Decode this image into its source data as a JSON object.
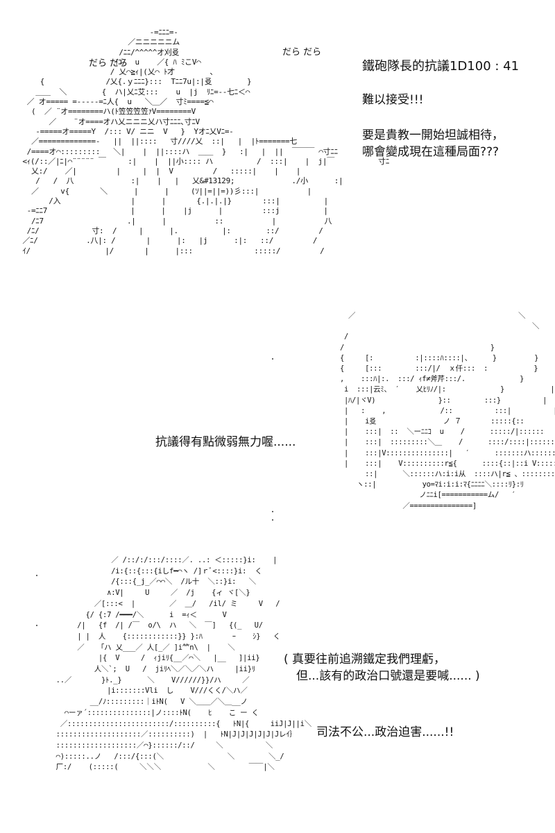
{
  "sfx": {
    "left": "だら だら",
    "right": "だら だら"
  },
  "dialogue": {
    "line_1": "鐵砲隊長的抗議1D100 : 41",
    "line_2": "難以接受!!!",
    "line_3": "要是貴教一開始坦誠相待，",
    "line_4": "哪會變成現在這種局面???",
    "line_5": "抗議得有點微弱無力喔......",
    "line_6": "( 真要往前追溯鐵定我們理虧，",
    "line_7": "但...該有的政治口號還是要喊...... )",
    "line_8": "司法不公...政治迫害......!!"
  },
  "art": {
    "figure_1": "                              -=ﾆﾆﾆ=-\n                         ／ニニニニニム\n                       /ﾆﾆ/^^^^^オ刈㕛\n                      ｲﾆ/  u    ／{ ﾊ ﾐこV⌒\n                     / 乂⌒≧ｨ|(乂⌒ ﾄ才        、\n     {              /乂{.ｙﾆﾆﾆ}:::  Tﾆﾆ7u|:|㕛        }\n    ＿＿  ＼        {  ハ|乂ﾆ艾:::    u  |j  ﾘﾆ=--七ﾆ＜⌒\n  ／ オ===== =-----=ﾆ人{  u   ＼＿／  寸ﾐ====≦⌒\n   (  ／ ¨オ========ハ(ﾄ笠笠笠笠ｧV========V\n       ／    ¨オ====オハ乂ニニニ乂ハ寸ﾆﾆﾆ､寸ﾆV\n    -=====オ=====Y  /::: V/ ニニ  V   }  Yオﾆ乂Vﾆ=-\n   ／=============-   ||  ||::::   寸////乂  ::|   |  |ﾄ=======七\n  /====オ⌒:::::::::   ＼|    |  ||::::ハ  ＿＿  }   :|   |  ||  ￣￣￣ ⌒寸ﾆﾆ\n <ｨ(/::／|ﾆ|⌒¨¨¨¨¨ ￣     :|    |  ||小:::: ハ          /  :::|    |  j|￣          寸ﾆ\n   乂:/    ／|         |     |  |  V         /   :::::|    |    |\n    /   /  八             :|    |   |   乂&#13129;             ./小      :|\n   ／     v{       ＼      |      |     (ｿ||=||=))彡:::|           |\n       /入                |      |       {.|.|.|}       :::|          |\n  -=ﾆﾆ7                   |      |    |j      |         :::j          |\n   /ﾆ7                   .|      |           ::           |           八\n  /ﾆ/            寸:  /     |      |.          |:        ::/         /\n ／ﾆ/           .八|: /       |      |:   |j      :|:   ::/         /\n ｲ/                 |/       |      |:::              :::::/         /",
    "figure_2": "  ／                                       ＼\n                                              ＼\n /\n/                                   }\n{     [:          :|::::ﾊ::::|、     }         }           |\n{     [:::        :::/|/  ｘ仟:::  :           }           |\n,    :::ﾊ|:.  :::/ ｨf≠斧芹:::/.             }           |\n i  :::|云ﾐ、 ′    乂ﾋﾘﾉ/|:             }           |\n |ﾊ/|ヾV)               }::        :::}          |\n |   :    ,             /::          :::|          |\n |    i㕛                ノ ７       :::::{::         !\n |    :::|  ::  ＼ーﾆﾆｺ  u    /      :::::/|::::::        ;\n |    :::|  :::::::::＼＿    /      ::::/::::|:::::::         ;\n |    :::|V:::::::::::::::|   ′      :::::::ハ:::::::::::::     从\n |    :::|    V::::::::::r≦{      ::::{::|::i V::::::::::::::}.::}＼\n      ::|      ＼::::::ハ:i:i从  ::::ハ|r≦ 、::::::::}.}:;}\n    ヽ::|           yo=ﾏi:i:i:ﾏ{ﾆﾆﾆﾆ＼::::ﾘ}:ﾘ\n                   ノﾆﾆi[===========ム/   ′\n               ／===============]",
    "figure_3": "                  ／ /::/:/:::/::::／. ..: ＜:::::}i:    |\n                  /i:{::{:::{iしf━⌒ヽ /]ｒﾞ<::::}i:  く\n                  /{:::{_j_／⌒⌒＼  /ル十  ＼::}i:   ＼\n                 ∧:V|     U     ／  /j    {ィ ヾ[＼}\n              ／[:::<  |        ／  ＿/   /il/ ミ     V   /\n            {/ {:7 /━━━/＼      i  =ｨ＜      V\n          /|   {f  /| /￣  o/\\  ハ   ＼  ￣]   {(_   U/\n          | |  人    {::::::::::::}} }:ﾊ       ｰ    ｼ}   く\n          ／   「ハ 乂___／ 人[_／ ]i⺮n\\  |    ＼\n               |{  V     /  ｨjiﾘ{__／⌒＼   |__   ]|ii}\n              人＼`;  U   /  jiﾘﾍ＼／＼／＼ハ     |ii}ﾘ\n     ..／       }ﾄ._}      ＼    V//////}}/ハ     ／\n                 |i:::::::Vli  し    V///くく/＼ハ／\n             __/ﾉ:::::::::｜iﾄN(   V ＼＿＿／＼＿__ノ\n       ⌒ーァ´:::::::::::::::|ノ::::ﾄN(    ﾋ    こ ー く\n      ／::::::::::::::::::::::::/::::::::::{   ﾄN|{     iiJ|J||i＼\n     ::::::::::::::::::::／::::::::::)  |   ﾄN|J|J|J|J|J|Jレｲ｝\n     :::::::::::::::::::／⌒}::::::/::/     ＼          ＼\n     ⌒):::::..ノ   /:::/{:::(＼               ＼        ＼_/\n     厂:/    (:::::(     ＼＼＼           ＼        ￣￣|＼"
  }
}
